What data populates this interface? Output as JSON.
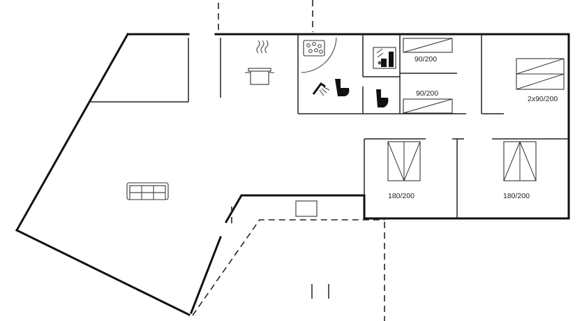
{
  "plan": {
    "rooms": {
      "bedroom_single_top": {
        "bed_label": "90/200"
      },
      "bedroom_single_bottom": {
        "bed_label": "90/200"
      },
      "bedroom_bunk": {
        "bed_label": "2x90/200"
      },
      "bedroom_double_left": {
        "bed_label": "180/200"
      },
      "bedroom_double_right": {
        "bed_label": "180/200"
      }
    },
    "icons": [
      "kitchen-pot-icon",
      "sofa-icon",
      "whirlpool-icon",
      "shower-icon",
      "toilet-icon",
      "sauna-icon",
      "fireplace-icon"
    ]
  }
}
